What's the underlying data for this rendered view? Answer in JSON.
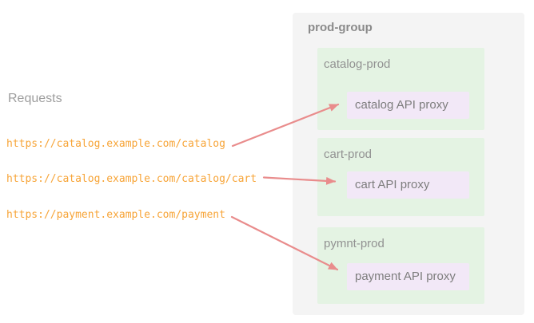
{
  "diagram": {
    "requests_label": "Requests",
    "urls": [
      {
        "text": "https://catalog.example.com/catalog"
      },
      {
        "text": "https://catalog.example.com/catalog/cart"
      },
      {
        "text": "https://payment.example.com/payment"
      }
    ],
    "group": {
      "title": "prod-group",
      "environments": [
        {
          "name": "catalog-prod",
          "proxy": "catalog API proxy"
        },
        {
          "name": "cart-prod",
          "proxy": "cart API proxy"
        },
        {
          "name": "pymnt-prod",
          "proxy": "payment API proxy"
        }
      ]
    },
    "colors": {
      "url_text": "#f7a437",
      "arrow": "#e98c8c",
      "group_bg": "#f4f4f4",
      "environment_bg": "#e4f3e3",
      "proxy_bg": "#f2e8f7",
      "title_text": "#8a8a8a",
      "label_text": "#929292",
      "proxy_text": "#7d7d7d",
      "requests_text": "#9d9d9d"
    }
  }
}
